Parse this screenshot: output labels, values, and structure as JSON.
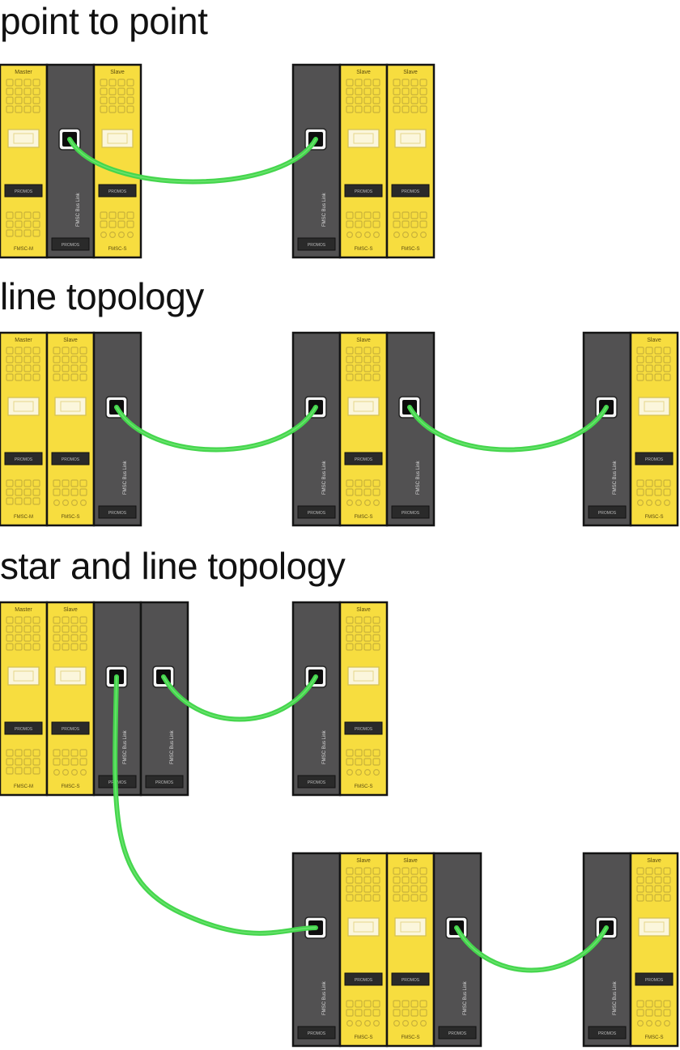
{
  "sections": [
    {
      "title": "point to point",
      "groups": [
        {
          "modules": [
            "master",
            "network",
            "slave"
          ]
        },
        {
          "modules": [
            "network",
            "slave",
            "slave"
          ]
        }
      ]
    },
    {
      "title": "line topology",
      "groups": [
        {
          "modules": [
            "master",
            "slave",
            "network"
          ]
        },
        {
          "modules": [
            "network",
            "slave",
            "network"
          ]
        },
        {
          "modules": [
            "network",
            "slave"
          ]
        }
      ]
    },
    {
      "title": "star and line topology",
      "groups": [
        {
          "modules": [
            "master",
            "slave",
            "network",
            "network"
          ]
        },
        {
          "modules": [
            "network",
            "slave"
          ]
        },
        {
          "modules": [
            "network",
            "slave",
            "slave",
            "network"
          ]
        },
        {
          "modules": [
            "network",
            "slave"
          ]
        }
      ]
    }
  ],
  "module_text": {
    "master_label": "Master",
    "slave_label": "Slave",
    "network_label": "FMSC Bus Link",
    "master_name": "FMSC-M",
    "slave_name": "FMSC-S",
    "brand": "PROMOS"
  },
  "colors": {
    "module_yellow": "#f7dd3f",
    "module_gray": "#525152",
    "cable_green": "#45d64d",
    "outline": "#141414"
  }
}
